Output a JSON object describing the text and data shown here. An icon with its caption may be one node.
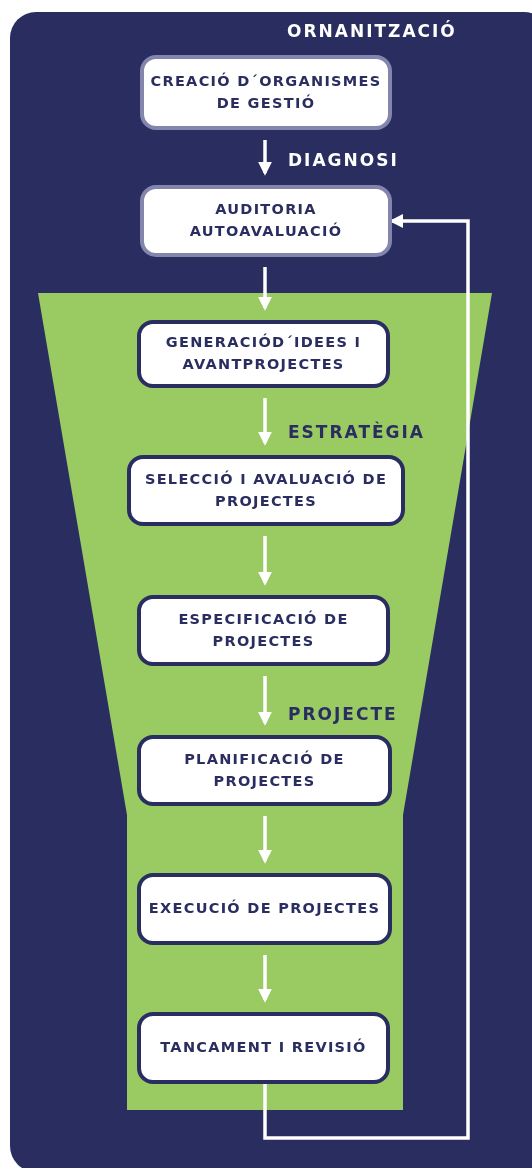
{
  "diagram": {
    "nodes": [
      {
        "text": [
          "CREACIÓ D´ORGANISMES DE GESTIÓ"
        ]
      },
      {
        "text": [
          "AUDITORIA AUTOAVALUACIÓ"
        ]
      },
      {
        "text": [
          "GENERACIÓD´IDEES I AVANTPROJECTES"
        ]
      },
      {
        "text": [
          "SELECCIÓ I AVALUACIÓ DE PROJECTES"
        ]
      },
      {
        "text": [
          "ESPECIFICACIÓ DE PROJECTES"
        ]
      },
      {
        "text": [
          "PLANIFICACIÓ DE PROJECTES"
        ]
      },
      {
        "text": [
          "EXECUCIÓ DE PROJECTES"
        ]
      },
      {
        "text": [
          "TANCAMENT I REVISIÓ"
        ]
      }
    ],
    "edges": [
      {
        "from": 0,
        "to": 1,
        "arrow": "to"
      },
      {
        "from": 1,
        "to": 2,
        "arrow": "to"
      },
      {
        "from": 2,
        "to": 3,
        "arrow": "to"
      },
      {
        "from": 3,
        "to": 4,
        "arrow": "to"
      },
      {
        "from": 4,
        "to": 5,
        "arrow": "to"
      },
      {
        "from": 5,
        "to": 6,
        "arrow": "to"
      },
      {
        "from": 6,
        "to": 7,
        "arrow": "to"
      },
      {
        "from": 7,
        "to": 1,
        "arrow": "to"
      }
    ],
    "labels": [
      "ORNANITZACIÓ",
      "DIAGNOSI",
      "ESTRATÈGIA",
      "PROJECTE"
    ]
  }
}
